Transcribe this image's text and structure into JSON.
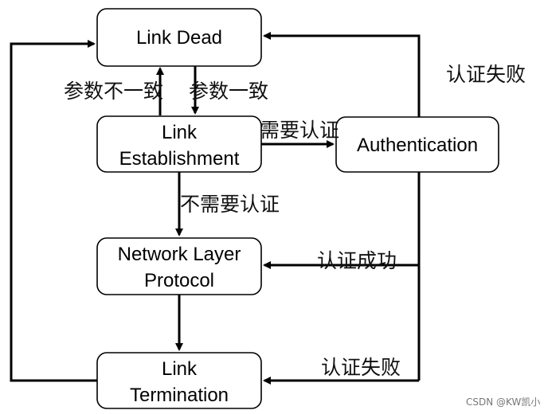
{
  "nodes": {
    "link_dead": "Link Dead",
    "link_establishment": [
      "Link",
      "Establishment"
    ],
    "authentication": "Authentication",
    "network_layer_protocol": [
      "Network Layer",
      "Protocol"
    ],
    "link_termination": [
      "Link",
      "Termination"
    ]
  },
  "edge_labels": {
    "params_mismatch": "参数不一致",
    "params_match": "参数一致",
    "auth_required": "需要认证",
    "auth_not_required": "不需要认证",
    "auth_success": "认证成功",
    "auth_fail_top": "认证失败",
    "auth_fail_bottom": "认证失败"
  },
  "watermark": "CSDN @KW凯小"
}
